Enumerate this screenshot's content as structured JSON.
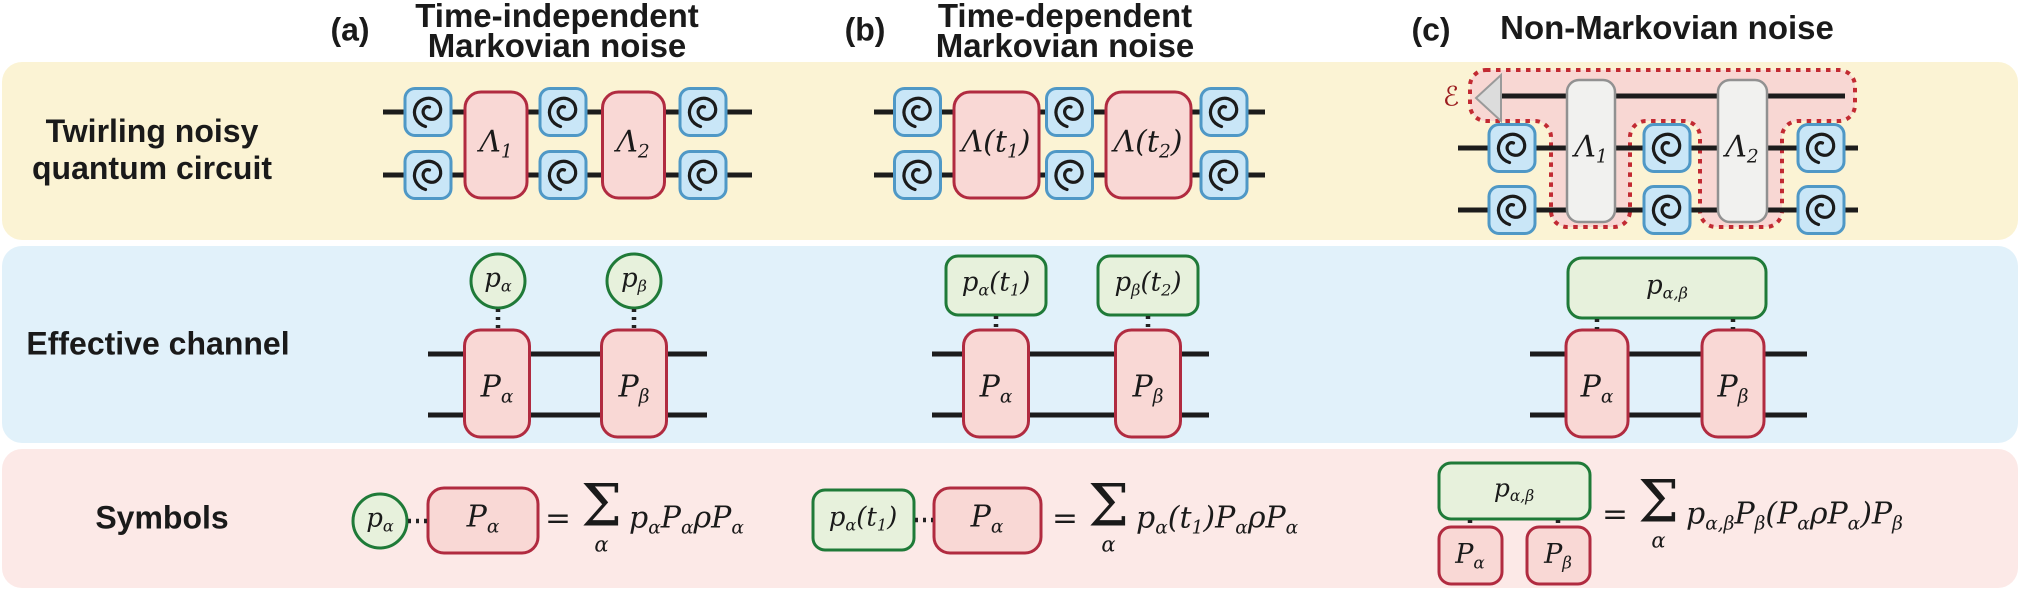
{
  "header": {
    "panels": [
      {
        "tag": "(a)",
        "title_line1": "Time-independent",
        "title_line2": "Markovian noise"
      },
      {
        "tag": "(b)",
        "title_line1": "Time-dependent",
        "title_line2": "Markovian noise"
      },
      {
        "tag": "(c)",
        "title_line1": "Non-Markovian noise",
        "title_line2": ""
      }
    ]
  },
  "row_labels": {
    "circuit_line1": "Twirling noisy",
    "circuit_line2": "quantum circuit",
    "effective": "Effective channel",
    "symbols": "Symbols"
  },
  "panel_a": {
    "circuit": {
      "gate1": "Λ_{1}",
      "gate2": "Λ_{2}"
    },
    "effective": {
      "prob1": "p_{α}",
      "prob2": "p_{β}",
      "pauli1": "P_{α}",
      "pauli2": "P_{β}"
    },
    "symbols": {
      "prob": "p_{α}",
      "pauli": "P_{α}",
      "equals": "=",
      "sum": "Σ",
      "sum_sub": "α",
      "terms": "p_{α}P_{α}ρP_{α}"
    }
  },
  "panel_b": {
    "circuit": {
      "gate1": "Λ(t_{1})",
      "gate2": "Λ(t_{2})"
    },
    "effective": {
      "prob1": "p_{α}(t_{1})",
      "prob2": "p_{β}(t_{2})",
      "pauli1": "P_{α}",
      "pauli2": "P_{β}"
    },
    "symbols": {
      "prob": "p_{α}(t_{1})",
      "pauli": "P_{α}",
      "equals": "=",
      "sum": "Σ",
      "sum_sub": "α",
      "terms": "p_{α}(t_{1})P_{α}ρP_{α}"
    }
  },
  "panel_c": {
    "circuit": {
      "gate1": "Λ_{1}",
      "gate2": "Λ_{2}",
      "environment": "ℰ"
    },
    "effective": {
      "prob": "p_{α,β}",
      "pauli1": "P_{α}",
      "pauli2": "P_{β}"
    },
    "symbols": {
      "prob": "p_{α,β}",
      "pauli1": "P_{α}",
      "pauli2": "P_{β}",
      "equals": "=",
      "sum": "Σ",
      "sum_sub": "α",
      "terms": "p_{α,β}P_{β}(P_{α}ρP_{α})P_{β}"
    }
  },
  "colors": {
    "band_yellow": "#FBF3D4",
    "band_blue": "#E1F1FA",
    "band_pink": "#FCE9E7",
    "twirl_fill": "#C9E6F7",
    "twirl_stroke": "#4F98C6",
    "noise_fill": "#F9D8D5",
    "noise_stroke": "#B12B40",
    "prob_fill": "#E7F1DC",
    "prob_stroke": "#1F7A38",
    "env_region_fill": "#F8D7D3",
    "env_region_stroke": "#C22A32",
    "env_label": "#9B1B1E",
    "gray_fill": "#F1F1EF",
    "gray_stroke": "#919191",
    "wire": "#1C1C1C"
  }
}
